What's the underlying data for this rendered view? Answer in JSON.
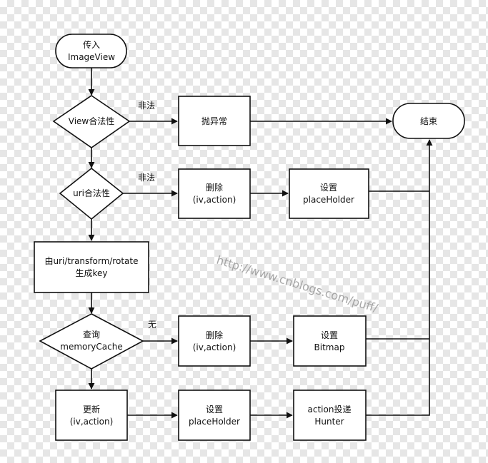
{
  "diagram": {
    "nodes": {
      "start": {
        "line1": "传入",
        "line2": "ImageView"
      },
      "check_view": {
        "label": "View合法性"
      },
      "throw_exception": {
        "label": "抛异常"
      },
      "end": {
        "label": "结束"
      },
      "check_uri": {
        "label": "uri合法性"
      },
      "delete_1": {
        "line1": "删除",
        "line2": "(iv,action)"
      },
      "set_placeholder_1": {
        "line1": "设置",
        "line2": "placeHolder"
      },
      "generate_key": {
        "line1": "由uri/transform/rotate",
        "line2": "生成key"
      },
      "query_cache": {
        "line1": "查询",
        "line2": "memoryCache"
      },
      "delete_2": {
        "line1": "删除",
        "line2": "(iv,action)"
      },
      "set_bitmap": {
        "line1": "设置",
        "line2": "Bitmap"
      },
      "update": {
        "line1": "更新",
        "line2": "(iv,action)"
      },
      "set_placeholder_2": {
        "line1": "设置",
        "line2": "placeHolder"
      },
      "dispatch_action": {
        "line1": "action投递",
        "line2": "Hunter"
      }
    },
    "edge_labels": {
      "view_invalid": "非法",
      "uri_invalid": "非法",
      "cache_none": "无"
    }
  },
  "watermark": "http://www.cnblogs.com/puff/"
}
